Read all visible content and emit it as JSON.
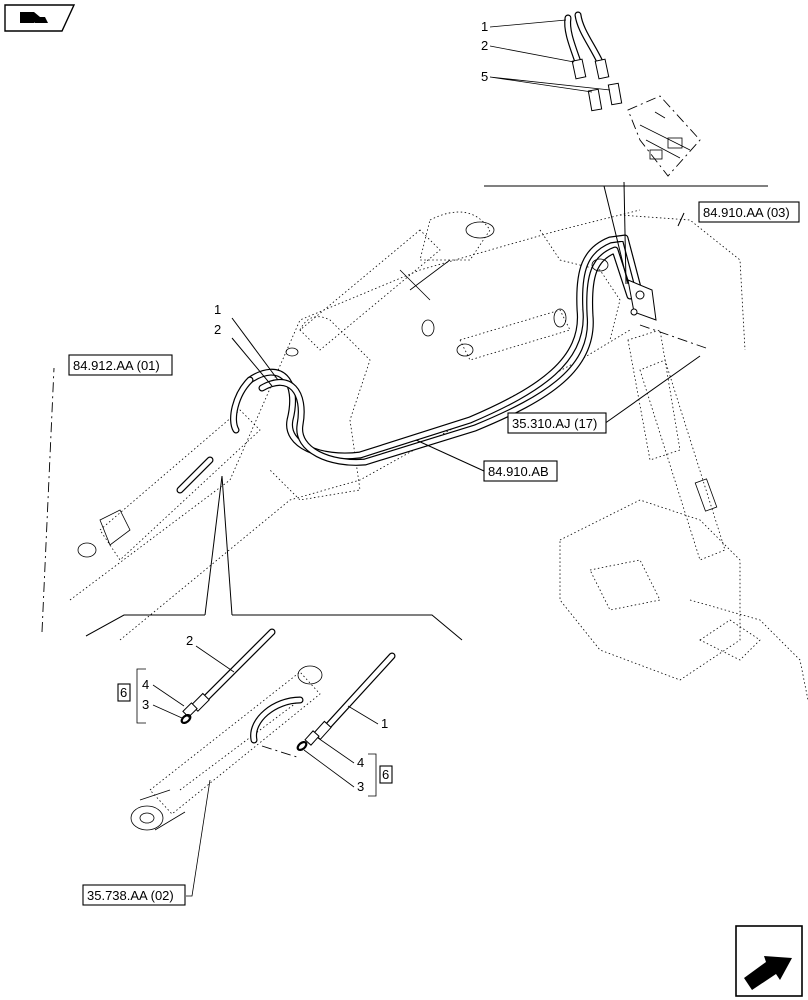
{
  "references": {
    "ref_84_910_AA_03": "84.910.AA (03)",
    "ref_84_912_AA_01": "84.912.AA (01)",
    "ref_35_310_AJ_17": "35.310.AJ (17)",
    "ref_84_910_AB": "84.910.AB",
    "ref_35_738_AA_02": "35.738.AA (02)"
  },
  "callouts": {
    "top_1": "1",
    "top_2": "2",
    "top_5": "5",
    "main_1": "1",
    "main_2": "2",
    "det_2": "2",
    "det_1": "1",
    "det_left_4": "4",
    "det_left_3": "3",
    "det_left_kit": "6",
    "det_right_4": "4",
    "det_right_3": "3",
    "det_right_kit": "6"
  },
  "icons": {
    "top_left": "book-arrow-icon",
    "bottom_right": "next-page-arrow-icon"
  }
}
